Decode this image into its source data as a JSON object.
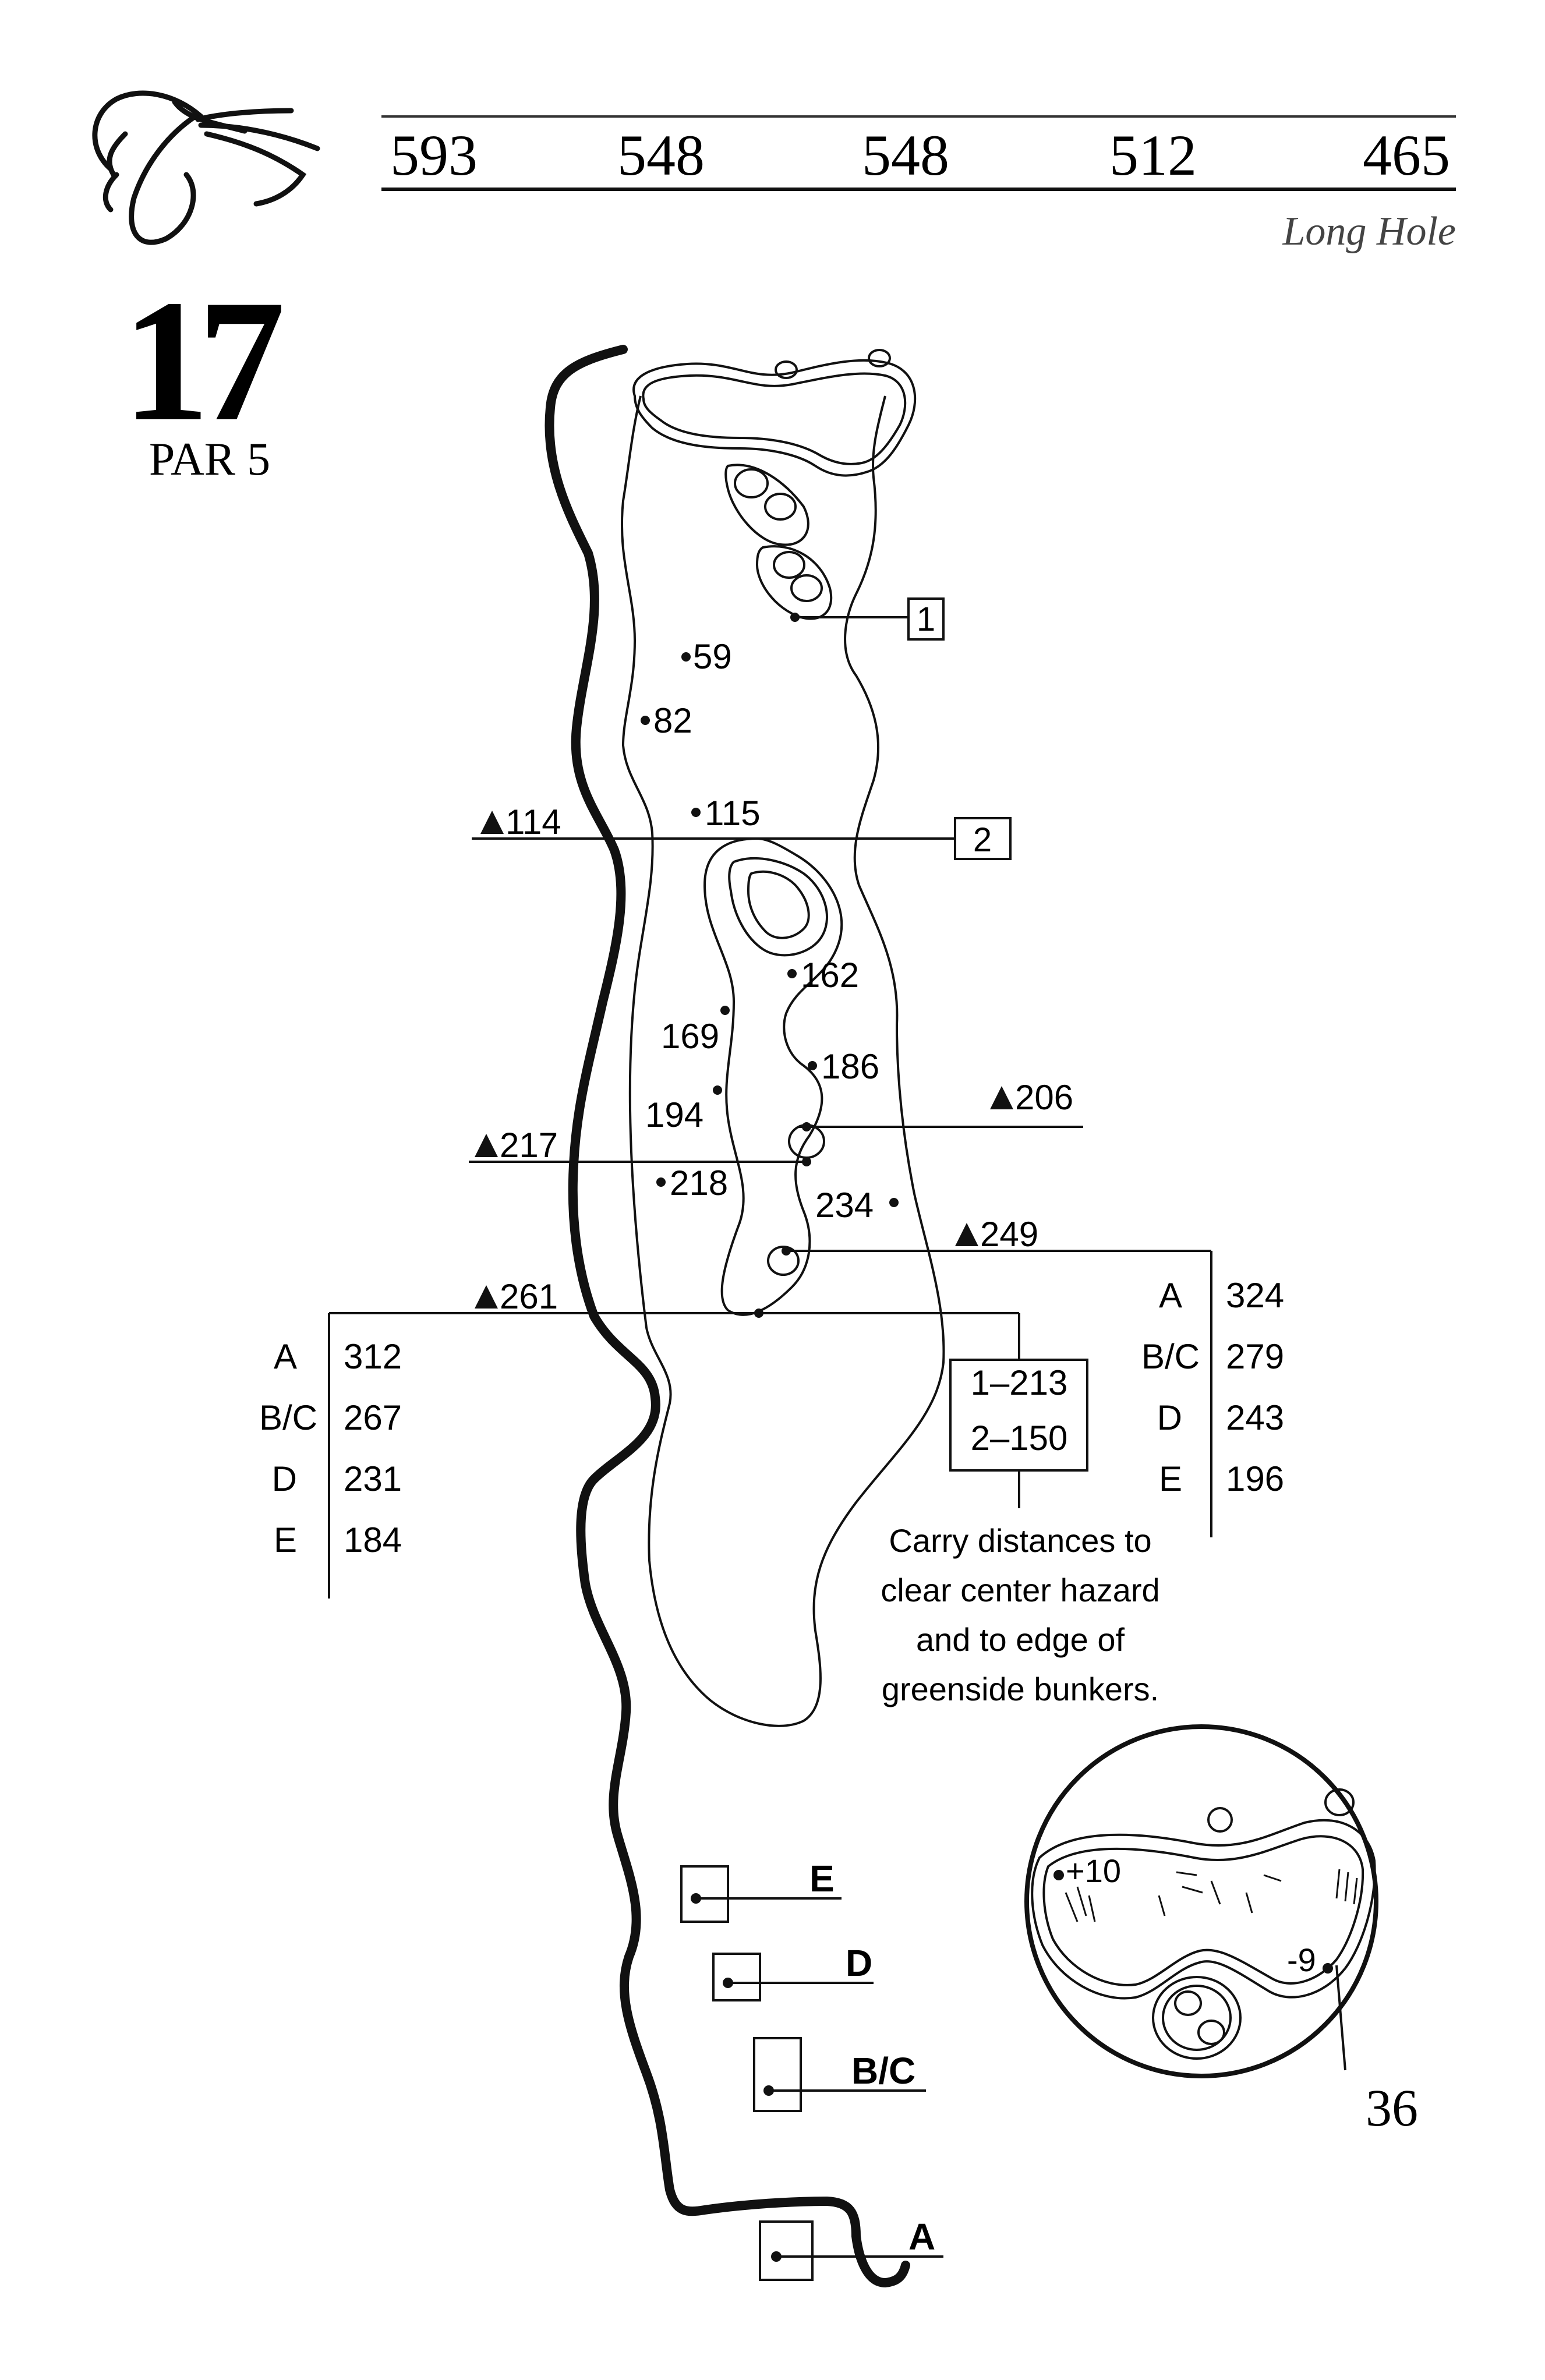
{
  "hole": {
    "number": "17",
    "par_label": "PAR 5",
    "yardages": [
      "593",
      "548",
      "548",
      "512",
      "465"
    ],
    "long_hole_note": "Long Hole",
    "page_number": "36"
  },
  "layup_markers": {
    "m1": "1",
    "m2": "2"
  },
  "yardage_dots": {
    "d59": "59",
    "d82": "82",
    "d115": "115",
    "d162": "162",
    "d169": "169",
    "d186": "186",
    "d194": "194",
    "d218": "218",
    "d234": "234"
  },
  "hazard_carries": {
    "t114": "114",
    "t206": "206",
    "t217": "217",
    "t249": "249",
    "t261": "261"
  },
  "left_carry_table": {
    "labels": [
      "A",
      "B/C",
      "D",
      "E"
    ],
    "values": [
      "312",
      "267",
      "231",
      "184"
    ]
  },
  "right_carry_table": {
    "labels": [
      "A",
      "B/C",
      "D",
      "E"
    ],
    "values": [
      "324",
      "279",
      "243",
      "196"
    ]
  },
  "center_carry_box": {
    "line1": "1–213",
    "line2": "2–150"
  },
  "carry_note": {
    "line1": "Carry distances to",
    "line2": "clear center hazard",
    "line3": "and to edge of",
    "line4": "greenside bunkers."
  },
  "tees": {
    "e": "E",
    "d": "D",
    "bc": "B/C",
    "a": "A"
  },
  "green_detail": {
    "plus": "+10",
    "minus": "-9"
  }
}
